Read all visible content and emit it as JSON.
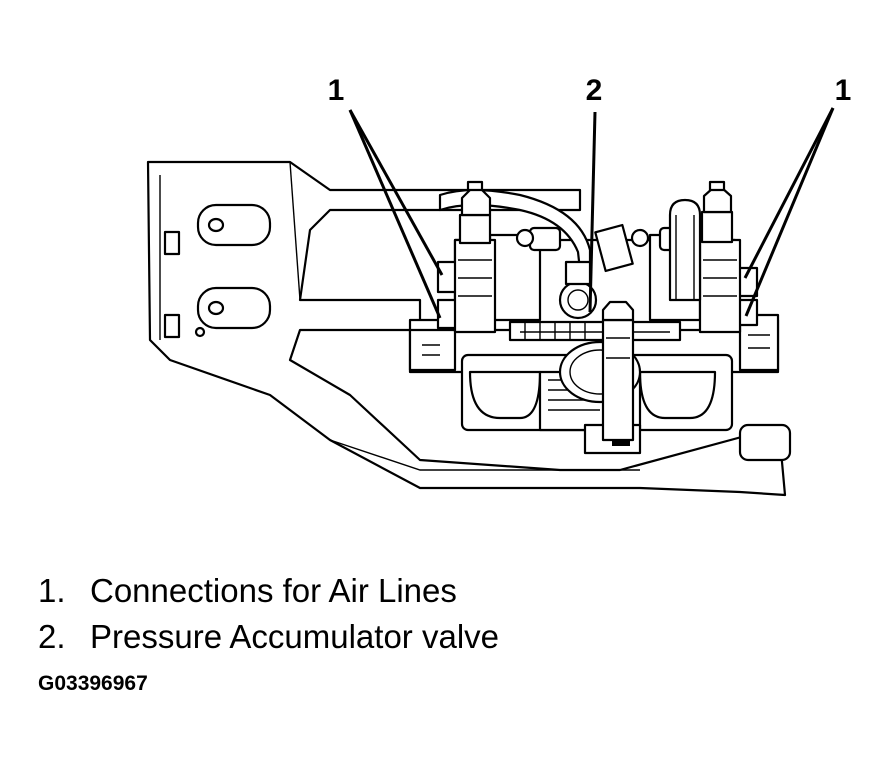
{
  "callouts": [
    {
      "id": "left",
      "text": "1"
    },
    {
      "id": "center",
      "text": "2"
    },
    {
      "id": "right",
      "text": "1"
    }
  ],
  "legend": [
    {
      "number": "1.",
      "label": "Connections for Air Lines"
    },
    {
      "number": "2.",
      "label": "Pressure Accumulator valve"
    }
  ],
  "figure_id": "G03396967"
}
